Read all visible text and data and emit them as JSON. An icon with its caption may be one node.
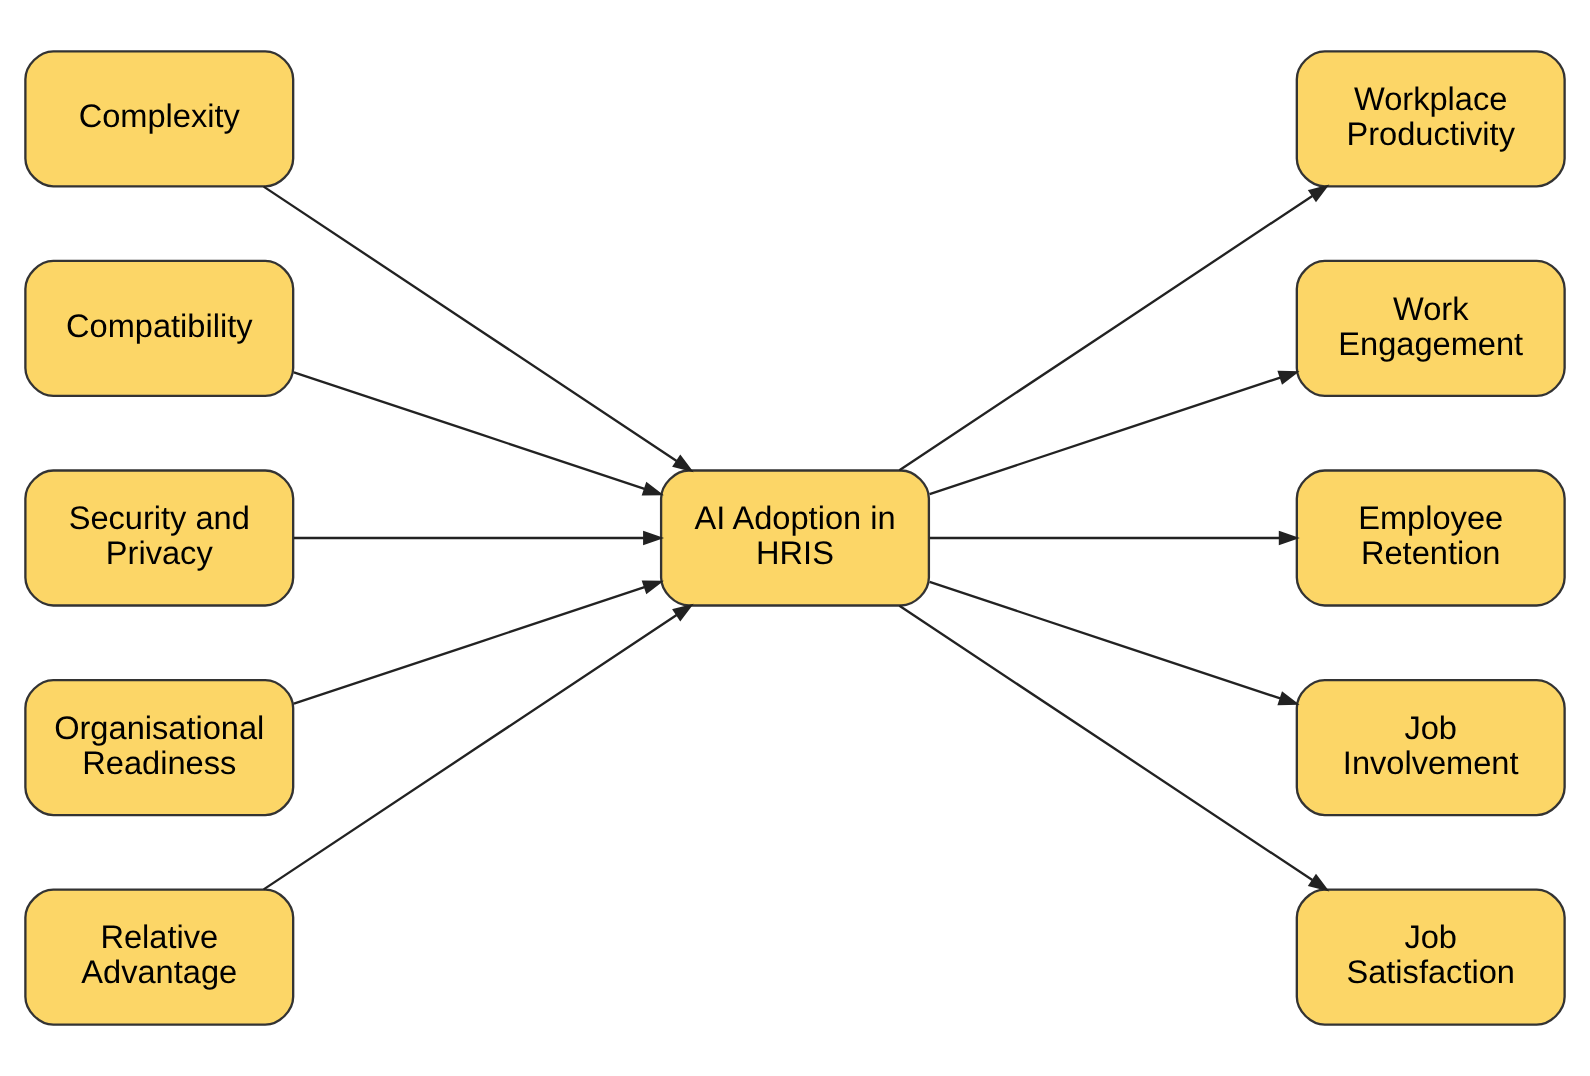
{
  "diagram": {
    "nodes": [
      {
        "text": [
          "Complexity"
        ]
      },
      {
        "text": [
          "Compatibility"
        ]
      },
      {
        "text": [
          "Security and Privacy"
        ]
      },
      {
        "text": [
          "Organisational Readiness"
        ]
      },
      {
        "text": [
          "Relative Advantage"
        ]
      },
      {
        "text": [
          "AI Adoption in HRIS"
        ]
      },
      {
        "text": [
          "Workplace Productivity"
        ]
      },
      {
        "text": [
          "Work Engagement"
        ]
      },
      {
        "text": [
          "Employee Retention"
        ]
      },
      {
        "text": [
          "Job Involvement"
        ]
      },
      {
        "text": [
          "Job Satisfaction"
        ]
      }
    ],
    "edges": [
      {
        "from": 0,
        "to": 5,
        "arrow": "to"
      },
      {
        "from": 1,
        "to": 5,
        "arrow": "to"
      },
      {
        "from": 2,
        "to": 5,
        "arrow": "to"
      },
      {
        "from": 3,
        "to": 5,
        "arrow": "to"
      },
      {
        "from": 4,
        "to": 5,
        "arrow": "to"
      },
      {
        "from": 5,
        "to": 6,
        "arrow": "to"
      },
      {
        "from": 5,
        "to": 7,
        "arrow": "to"
      },
      {
        "from": 5,
        "to": 8,
        "arrow": "to"
      },
      {
        "from": 5,
        "to": 9,
        "arrow": "to"
      },
      {
        "from": 5,
        "to": 10,
        "arrow": "to"
      }
    ]
  }
}
